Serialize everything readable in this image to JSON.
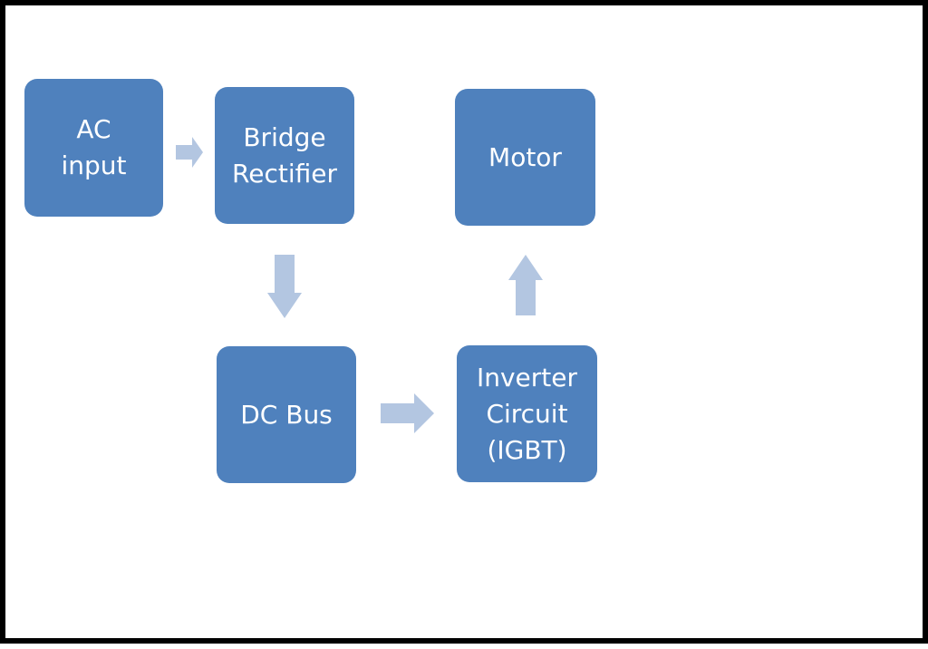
{
  "diagram": {
    "nodes": [
      {
        "id": "ac-input",
        "lines": [
          "AC",
          "input"
        ]
      },
      {
        "id": "bridge-rectifier",
        "lines": [
          "Bridge",
          "Rectifier"
        ]
      },
      {
        "id": "motor",
        "lines": [
          "Motor"
        ]
      },
      {
        "id": "dc-bus",
        "lines": [
          "DC Bus"
        ]
      },
      {
        "id": "inverter-circuit",
        "lines": [
          "Inverter",
          "Circuit",
          "(IGBT)"
        ]
      }
    ],
    "edges": [
      {
        "from": "ac-input",
        "to": "bridge-rectifier"
      },
      {
        "from": "bridge-rectifier",
        "to": "dc-bus"
      },
      {
        "from": "dc-bus",
        "to": "inverter-circuit"
      },
      {
        "from": "inverter-circuit",
        "to": "motor"
      }
    ],
    "colors": {
      "node_fill": "#4f81bd",
      "node_text": "#ffffff",
      "arrow_fill": "#b3c6e1",
      "border": "#000000"
    }
  }
}
